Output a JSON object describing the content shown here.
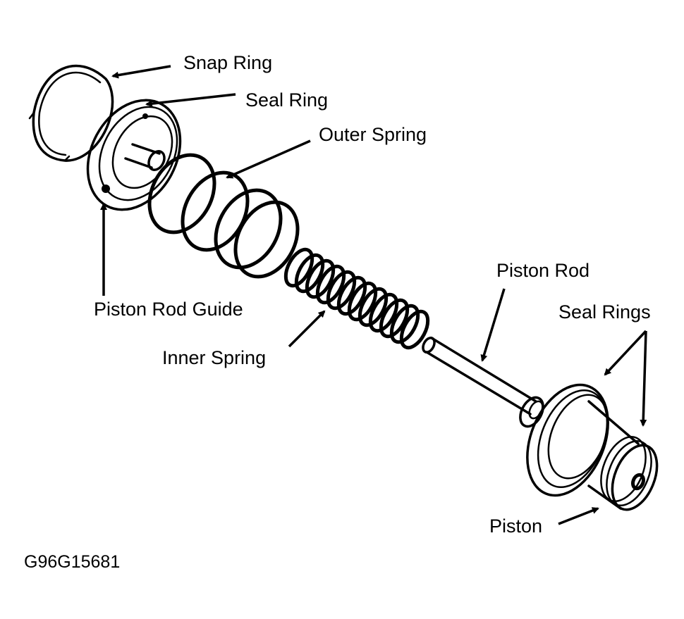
{
  "diagram": {
    "figure_code": "G96G15681",
    "labels": {
      "snap_ring": "Snap Ring",
      "seal_ring": "Seal Ring",
      "outer_spring": "Outer Spring",
      "piston_rod_guide": "Piston Rod Guide",
      "inner_spring": "Inner Spring",
      "piston_rod": "Piston Rod",
      "seal_rings": "Seal Rings",
      "piston": "Piston"
    },
    "colors": {
      "ink": "#000000",
      "background": "#ffffff"
    }
  }
}
